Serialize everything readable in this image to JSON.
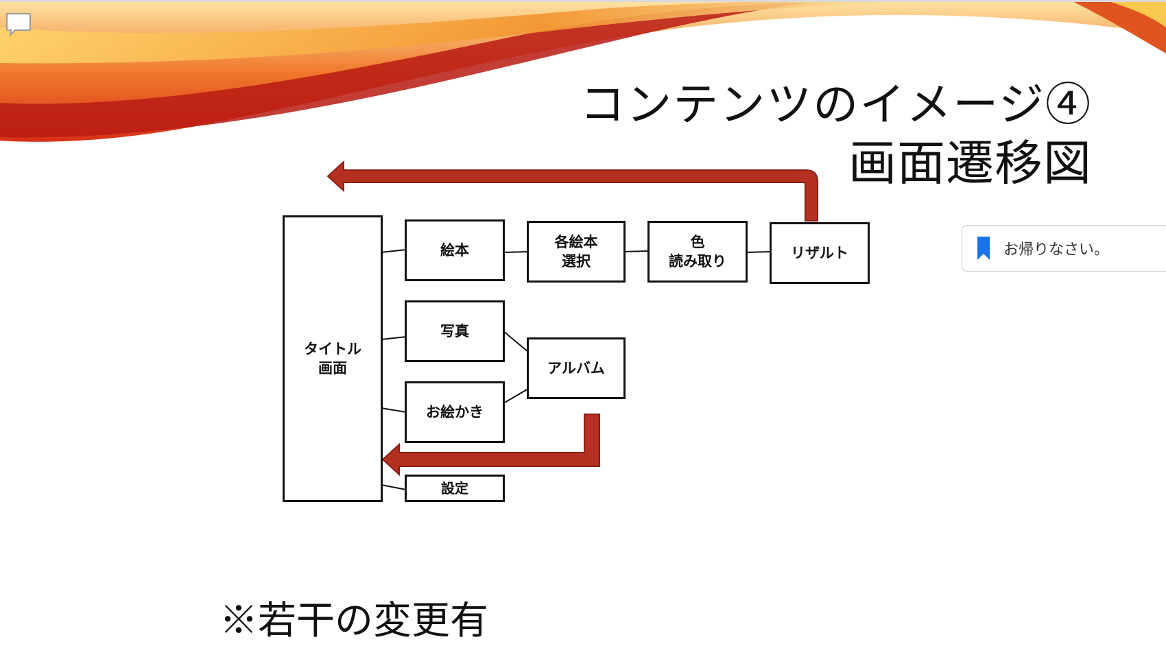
{
  "slide": {
    "title_line1": "コンテンツのイメージ④",
    "title_line2": "画面遷移図",
    "footnote": "※若干の変更有"
  },
  "diagram": {
    "title_screen": "タイトル\n画面",
    "picture_book": "絵本",
    "book_select": "各絵本\n選択",
    "color_reading": "色\n読み取り",
    "result": "リザルト",
    "photo": "写真",
    "drawing": "お絵かき",
    "album": "アルバム",
    "settings": "設定"
  },
  "bookmark_popup": {
    "label": "お帰りなさい。",
    "icon": "bookmark-icon"
  },
  "icons": {
    "comment": "comment-icon"
  },
  "colors": {
    "arrow_fill": "#b43021",
    "arrow_stroke": "#8a1f14",
    "bookmark_blue": "#1a73e8"
  }
}
